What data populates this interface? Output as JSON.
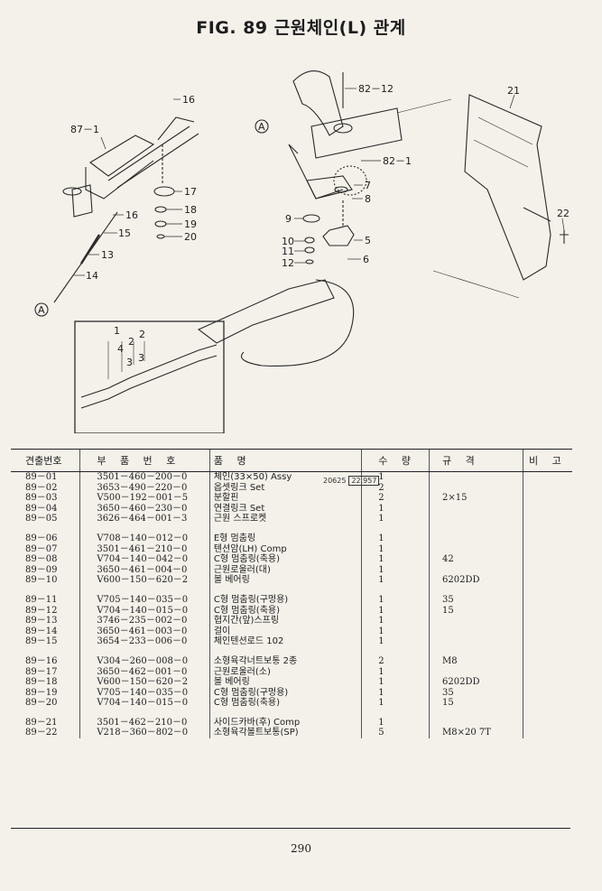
{
  "title": "FIG. 89 근원체인(L) 관계",
  "diagram": {
    "labels": [
      "87－1",
      "16",
      "17",
      "18",
      "19",
      "20",
      "16",
      "15",
      "13",
      "14",
      "82－12",
      "82－1",
      "7",
      "8",
      "9",
      "5",
      "10",
      "11",
      "12",
      "6",
      "21",
      "22",
      "1",
      "4",
      "2",
      "3",
      "2",
      "3"
    ],
    "ref_marks": [
      "A",
      "A"
    ]
  },
  "table": {
    "headers": [
      "견출번호",
      "부 품 번 호",
      "품 명",
      "수 량",
      "규 격",
      "비 고"
    ],
    "rows": [
      [
        "89－01",
        "3501－460－200－0",
        "체인(33×50) Assy",
        "1",
        "",
        ""
      ],
      [
        "89－02",
        "3653－490－220－0",
        "옵셋링크 Set",
        "2",
        "",
        ""
      ],
      [
        "89－03",
        "V500－192－001－5",
        "분할핀",
        "2",
        "2×15",
        ""
      ],
      [
        "89－04",
        "3650－460－230－0",
        "연결링크 Set",
        "1",
        "",
        ""
      ],
      [
        "89－05",
        "3626－464－001－3",
        "근원 스프로켓",
        "1",
        "",
        ""
      ],
      [
        "89－06",
        "V708－140－012－0",
        "E형 멈춤링",
        "1",
        "",
        ""
      ],
      [
        "89－07",
        "3501－461－210－0",
        "텐션암(LH) Comp",
        "1",
        "",
        ""
      ],
      [
        "89－08",
        "V704－140－042－0",
        "C형 멈춤링(축용)",
        "1",
        "42",
        ""
      ],
      [
        "89－09",
        "3650－461－004－0",
        "근원로울러(대)",
        "1",
        "",
        ""
      ],
      [
        "89－10",
        "V600－150－620－2",
        "볼 베어링",
        "1",
        "6202DD",
        ""
      ],
      [
        "89－11",
        "V705－140－035－0",
        "C형 멈춤링(구멍용)",
        "1",
        "35",
        ""
      ],
      [
        "89－12",
        "V704－140－015－0",
        "C형 멈춤링(축용)",
        "1",
        "15",
        ""
      ],
      [
        "89－13",
        "3746－235－002－0",
        "협지간(앞)스프링",
        "1",
        "",
        ""
      ],
      [
        "89－14",
        "3650－461－003－0",
        "걸이",
        "1",
        "",
        ""
      ],
      [
        "89－15",
        "3654－233－006－0",
        "체인텐션로드 102",
        "1",
        "",
        ""
      ],
      [
        "89－16",
        "V304－260－008－0",
        "소형육각너트보통 2종",
        "2",
        "M8",
        ""
      ],
      [
        "89－17",
        "3650－462－001－0",
        "근원로울러(소)",
        "1",
        "",
        ""
      ],
      [
        "89－18",
        "V600－150－620－2",
        "볼 베어링",
        "1",
        "6202DD",
        ""
      ],
      [
        "89－19",
        "V705－140－035－0",
        "C형 멈춤링(구멍용)",
        "1",
        "35",
        ""
      ],
      [
        "89－20",
        "V704－140－015－0",
        "C형 멈춤링(축용)",
        "1",
        "15",
        ""
      ],
      [
        "89－21",
        "3501－462－210－0",
        "사이드카바(후) Comp",
        "1",
        "",
        ""
      ],
      [
        "89－22",
        "V218－360－802－0",
        "소형육각볼트보통(SP)",
        "5",
        "M8×20 7T",
        ""
      ]
    ]
  },
  "handwriting": {
    "note": "20625",
    "boxed": "22,957"
  },
  "page_number": "290"
}
